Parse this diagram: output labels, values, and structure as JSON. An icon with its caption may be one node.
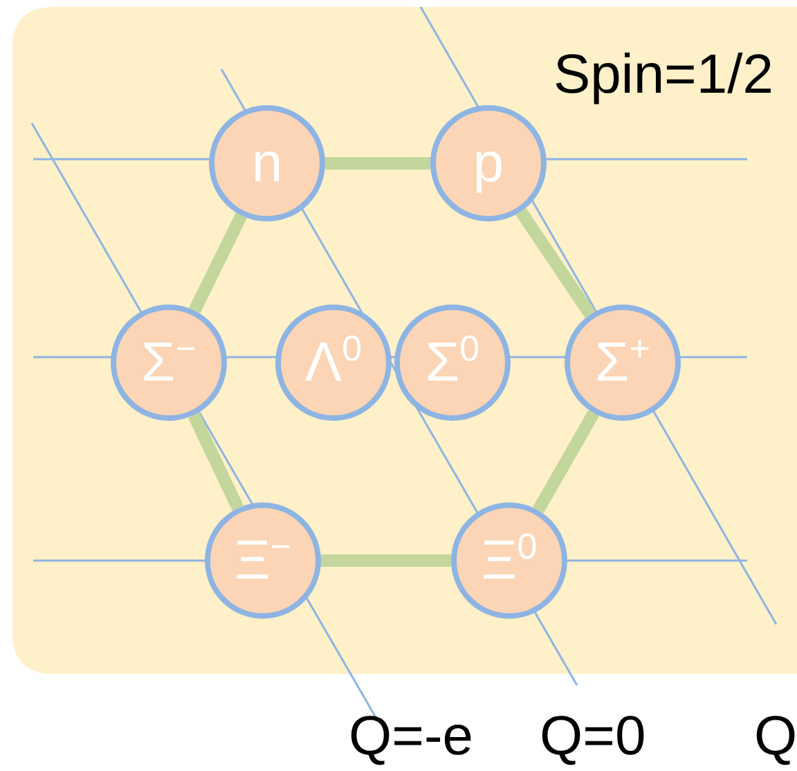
{
  "diagram": {
    "nodes": [
      {
        "text": [
          "n"
        ]
      },
      {
        "text": [
          "p"
        ]
      },
      {
        "text": [
          "Σ$^{−}$"
        ]
      },
      {
        "text": [
          "Λ$^{0}$"
        ]
      },
      {
        "text": [
          "Σ$^{0}$"
        ]
      },
      {
        "text": [
          "Σ$^{+}$"
        ]
      },
      {
        "text": [
          "Ξ$^{−}$"
        ]
      },
      {
        "text": [
          "Ξ$^{0}$"
        ]
      }
    ],
    "edges": [
      {
        "from": 0,
        "to": 1,
        "arrow": "none"
      },
      {
        "from": 1,
        "to": 5,
        "arrow": "none"
      },
      {
        "from": 5,
        "to": 7,
        "arrow": "none"
      },
      {
        "from": 7,
        "to": 6,
        "arrow": "none"
      },
      {
        "from": 6,
        "to": 2,
        "arrow": "none"
      },
      {
        "from": 2,
        "to": 0,
        "arrow": "none"
      }
    ],
    "labels": [
      "Spin=1/2",
      "Q=-e",
      "Q=0",
      "Q"
    ]
  }
}
